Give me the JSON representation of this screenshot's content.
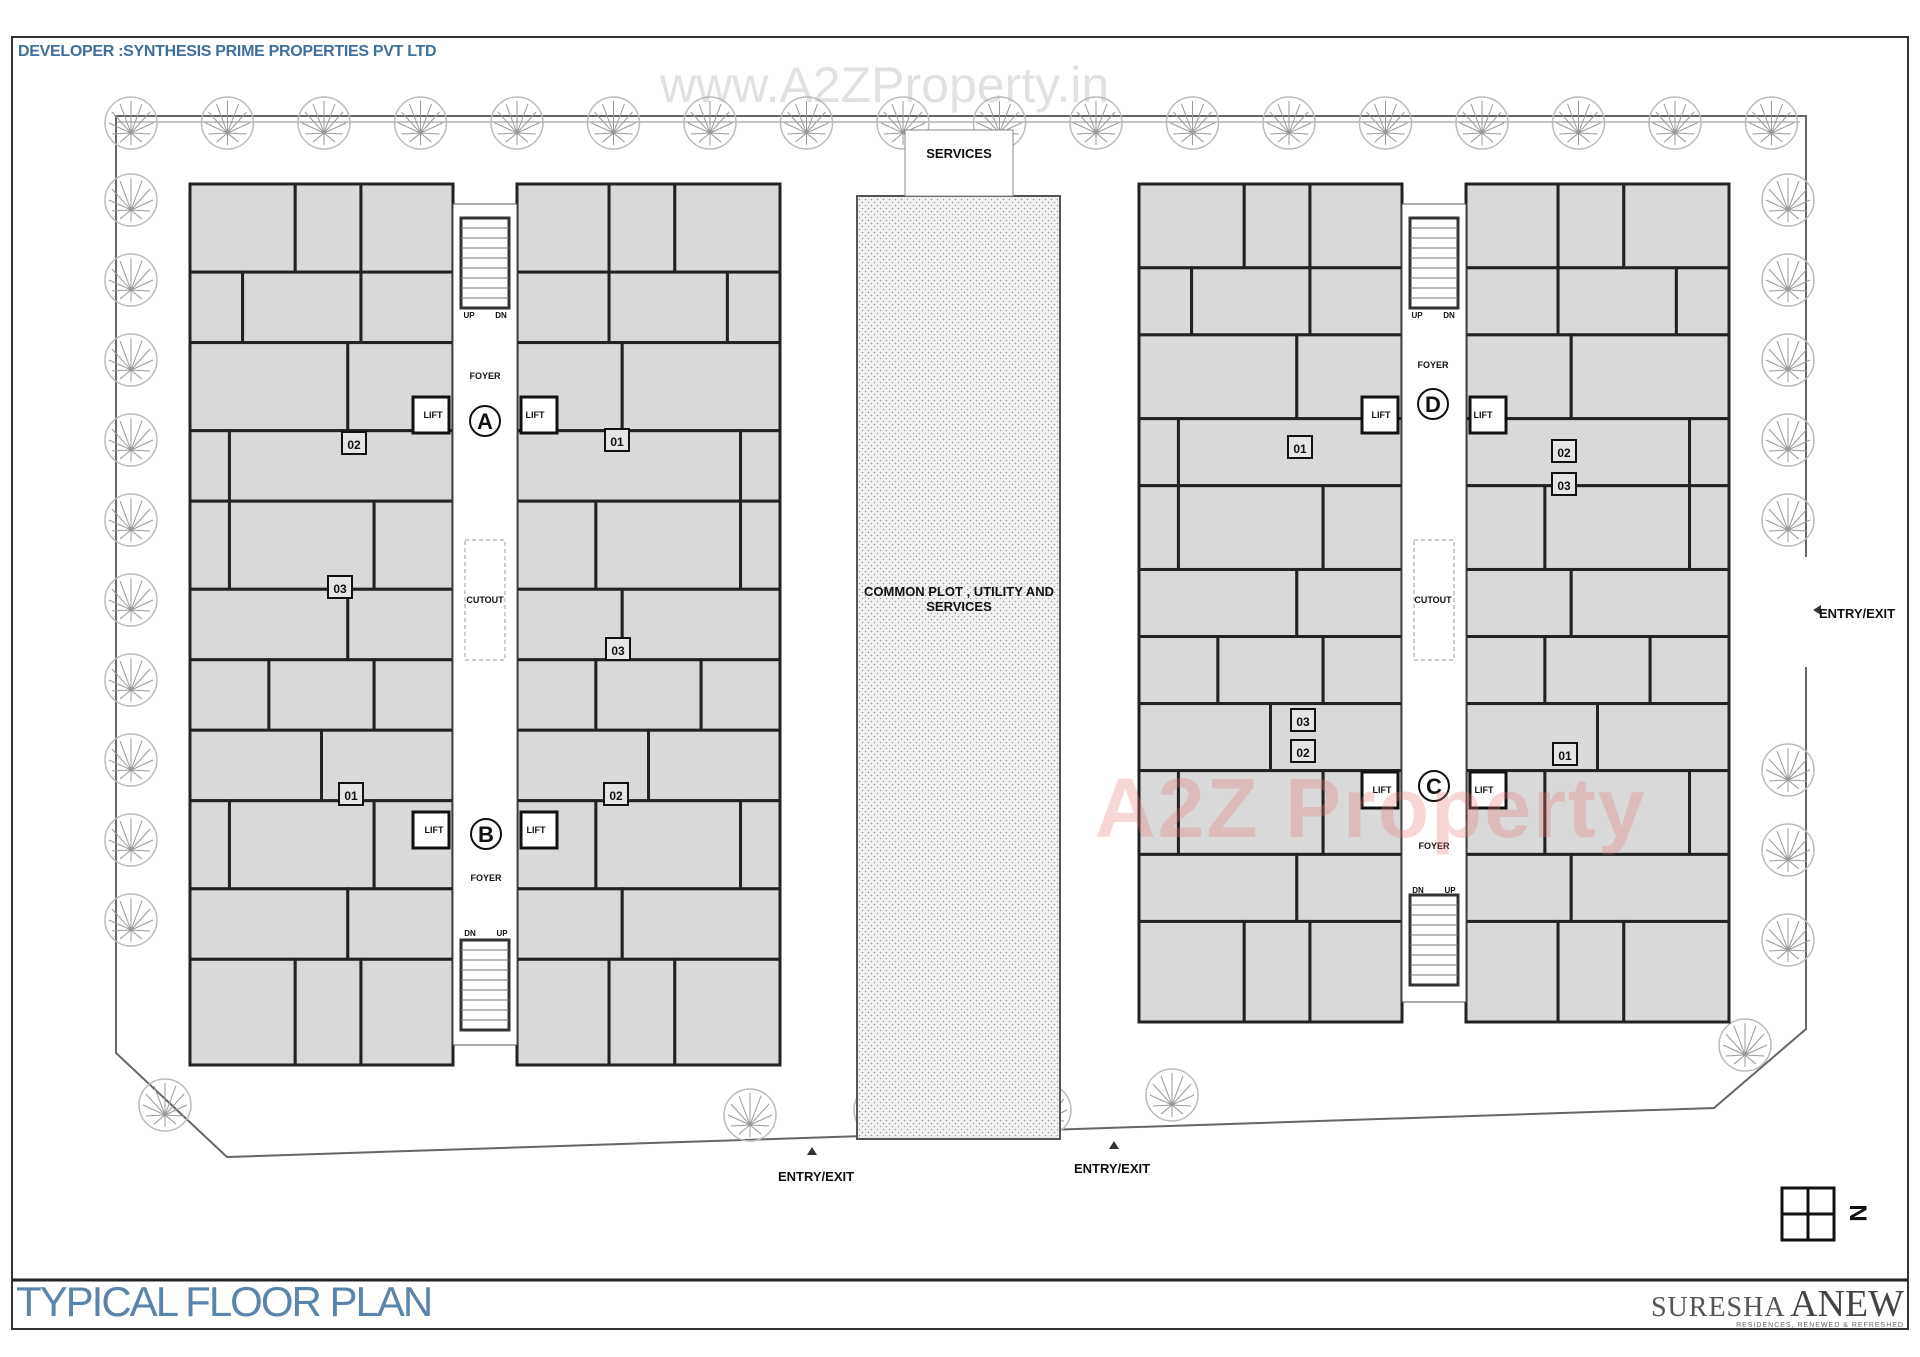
{
  "header": {
    "developer": "DEVELOPER :SYNTHESIS PRIME PROPERTIES PVT LTD",
    "watermark_url": "www.A2ZProperty.in"
  },
  "footer": {
    "title": "TYPICAL FLOOR PLAN",
    "brand_light": "SURESHA",
    "brand_bold": "ANEW",
    "tagline": "RESIDENCES, RENEWED & REFRESHED"
  },
  "watermark_logo": "A2Z Property",
  "site": {
    "services": "SERVICES",
    "common_plot_line1": "COMMON PLOT , UTILITY AND",
    "common_plot_line2": "SERVICES",
    "entry_exit_1": "ENTRY/EXIT",
    "entry_exit_2": "ENTRY/EXIT",
    "entry_exit_3": "ENTRY/EXIT",
    "north": "N"
  },
  "towers": {
    "A": {
      "letter": "A",
      "foyer": "FOYER",
      "lift_left": "LIFT",
      "lift_right": "LIFT",
      "up": "UP",
      "dn": "DN",
      "units": [
        "02",
        "01",
        "03",
        "03"
      ],
      "cutout": "CUTOUT"
    },
    "B": {
      "letter": "B",
      "foyer": "FOYER",
      "lift_left": "LIFT",
      "lift_right": "LIFT",
      "up": "UP",
      "dn": "DN",
      "units": [
        "01",
        "02"
      ]
    },
    "D": {
      "letter": "D",
      "foyer": "FOYER",
      "lift_left": "LIFT",
      "lift_right": "LIFT",
      "up": "UP",
      "dn": "DN",
      "units": [
        "01",
        "02",
        "03"
      ],
      "cutout": "CUTOUT"
    },
    "C": {
      "letter": "C",
      "foyer": "FOYER",
      "lift_left": "LIFT",
      "lift_right": "LIFT",
      "up": "UP",
      "dn": "DN",
      "units": [
        "03",
        "02",
        "01"
      ]
    }
  },
  "colors": {
    "title_blue": "#5b84ad",
    "developer_blue": "#3f6f9c",
    "room_fill": "#d9d9d9",
    "wall": "#222222"
  }
}
